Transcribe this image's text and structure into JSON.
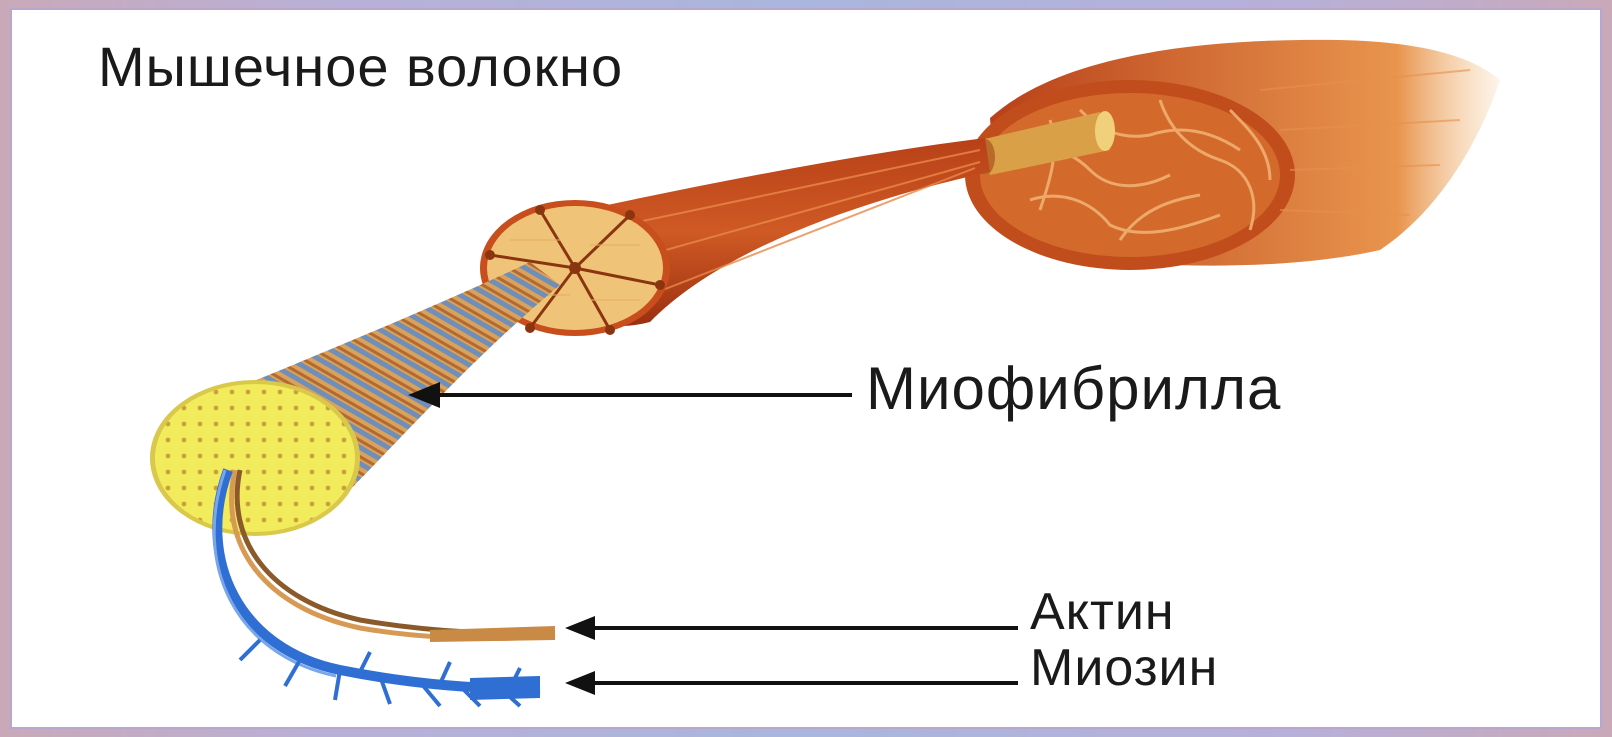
{
  "diagram": {
    "title": "Мышечное волокно",
    "labels": {
      "myofibril": "Миофибрилла",
      "actin": "Актин",
      "myosin": "Миозин"
    }
  },
  "colors": {
    "muscle_dark": "#a4320f",
    "muscle_mid": "#c9521c",
    "muscle_light": "#e98a3a",
    "bundle_face": "#f0c478",
    "myofibril_face": "#f3ec5e",
    "actin": "#c68a45",
    "myosin": "#2f6fd4",
    "frame_border": "#b9a6cf"
  },
  "icons": [
    "arrow-left-icon"
  ]
}
